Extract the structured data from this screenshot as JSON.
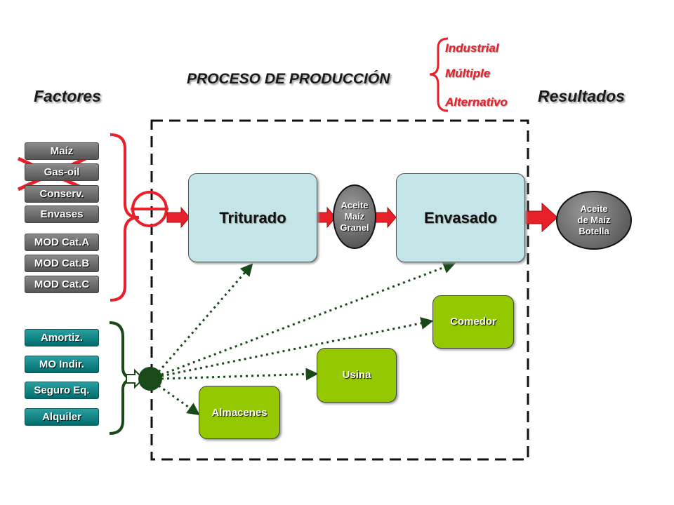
{
  "title": "PROCESO DE PRODUCCIÓN",
  "factores_label": "Factores",
  "resultados_label": "Resultados",
  "process_types": [
    "Industrial",
    "Múltiple",
    "Alternativo"
  ],
  "direct_factors": [
    {
      "label": "Maíz",
      "crossed": false
    },
    {
      "label": "Gas-oil",
      "crossed": true
    },
    {
      "label": "Conserv.",
      "crossed": false
    },
    {
      "label": "Envases",
      "crossed": false
    },
    {
      "label": "MOD Cat.A",
      "crossed": false
    },
    {
      "label": "MOD Cat.B",
      "crossed": false
    },
    {
      "label": "MOD Cat.C",
      "crossed": false
    }
  ],
  "indirect_factors": [
    "Amortiz.",
    "MO Indir.",
    "Seguro Eq.",
    "Alquiler"
  ],
  "processes": {
    "triturado": "Triturado",
    "envasado": "Envasado"
  },
  "intermediate": [
    "Aceite",
    "Maíz",
    "Granel"
  ],
  "result": [
    "Aceite",
    "de Maíz",
    "Botella"
  ],
  "services": {
    "comedor": "Comedor",
    "usina": "Usina",
    "almacenes": "Almacenes"
  },
  "colors": {
    "red": "#e8202a",
    "dark_green": "#1a4a1a",
    "service_green": "#94c800",
    "process_blue": "#c3e5e8",
    "teal": "#008080",
    "gray": "#6e6e6e"
  }
}
